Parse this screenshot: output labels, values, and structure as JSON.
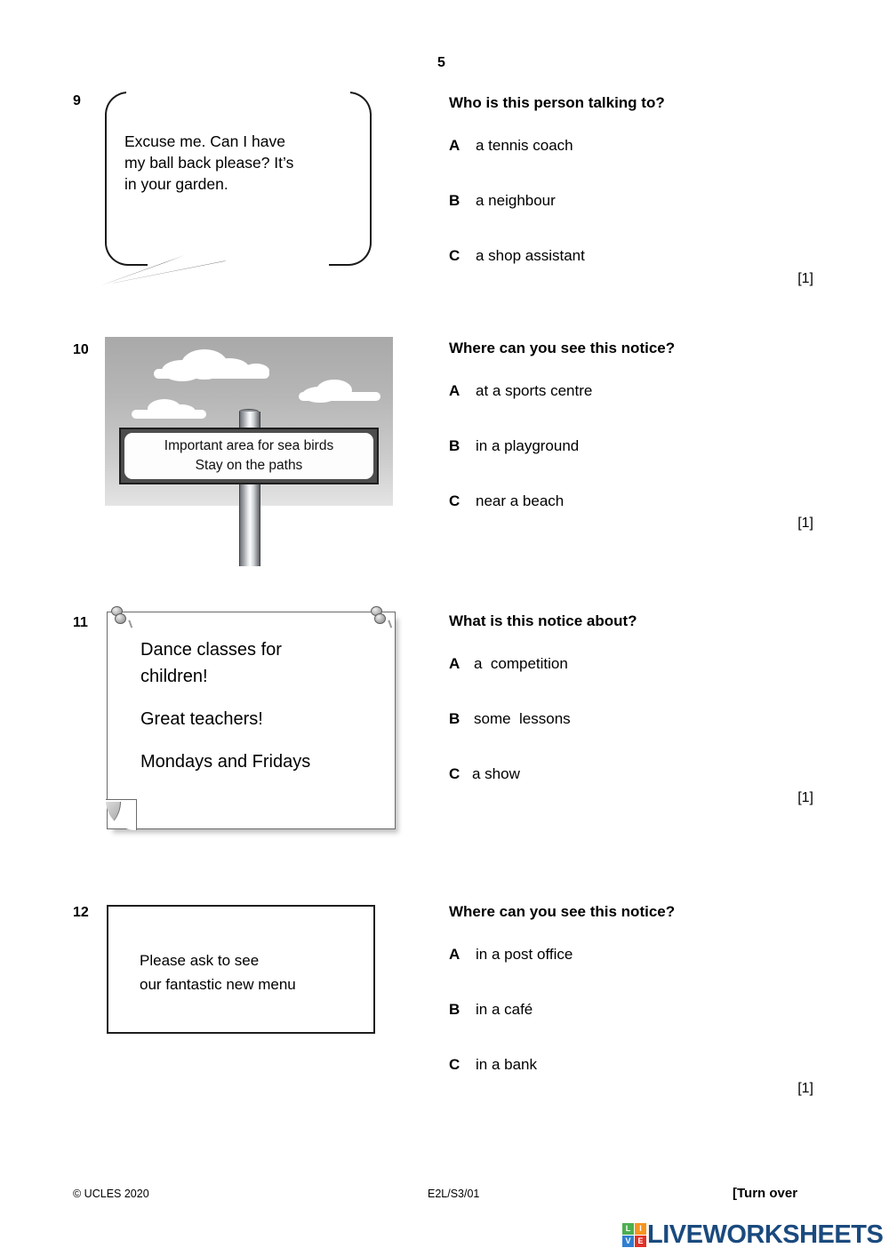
{
  "page": {
    "number": "5"
  },
  "questions": [
    {
      "number": "9",
      "stimulus_type": "speech-bubble",
      "bubble_text": "Excuse me. Can I have\nmy ball back please? It’s\nin your garden.",
      "stem": "Who is this person talking to?",
      "options": [
        {
          "letter": "A",
          "text": "a tennis coach"
        },
        {
          "letter": "B",
          "text": "a neighbour"
        },
        {
          "letter": "C",
          "text": "a shop assistant"
        }
      ],
      "marks": "[1]"
    },
    {
      "number": "10",
      "stimulus_type": "signpost-photo",
      "sign_line1": "Important area for sea birds",
      "sign_line2": "Stay on the paths",
      "stem": "Where can you see this notice?",
      "options": [
        {
          "letter": "A",
          "text": "at a sports centre"
        },
        {
          "letter": "B",
          "text": "in a playground"
        },
        {
          "letter": "C",
          "text": "near a beach"
        }
      ],
      "marks": "[1]"
    },
    {
      "number": "11",
      "stimulus_type": "pinned-poster",
      "poster_lines": [
        "Dance classes for\nchildren!",
        "Great teachers!",
        "Mondays and Fridays"
      ],
      "stem": "What is this notice about?",
      "options": [
        {
          "letter": "A",
          "text": "a  competition"
        },
        {
          "letter": "B",
          "text": "some  lessons"
        },
        {
          "letter": "C",
          "text": "a show"
        }
      ],
      "marks": "[1]"
    },
    {
      "number": "12",
      "stimulus_type": "plain-notice-box",
      "notice_text": "Please ask to see\nour fantastic new menu",
      "stem": "Where can you see this notice?",
      "options": [
        {
          "letter": "A",
          "text": "in a post office"
        },
        {
          "letter": "B",
          "text": "in a café"
        },
        {
          "letter": "C",
          "text": "in a bank"
        }
      ],
      "marks": "[1]"
    }
  ],
  "footer": {
    "copyright": "© UCLES 2020",
    "paper_code": "E2L/S3/01",
    "turn_over": "[Turn over"
  },
  "logo": {
    "badge_letters": [
      "L",
      "I",
      "V",
      "E"
    ],
    "wordmark": "LIVEWORKSHEETS",
    "colors": {
      "tile_L": "#4caf50",
      "tile_I": "#f7941e",
      "tile_V": "#2f7fd0",
      "tile_E": "#e03127",
      "wordmark": "#1a4a7e"
    }
  }
}
